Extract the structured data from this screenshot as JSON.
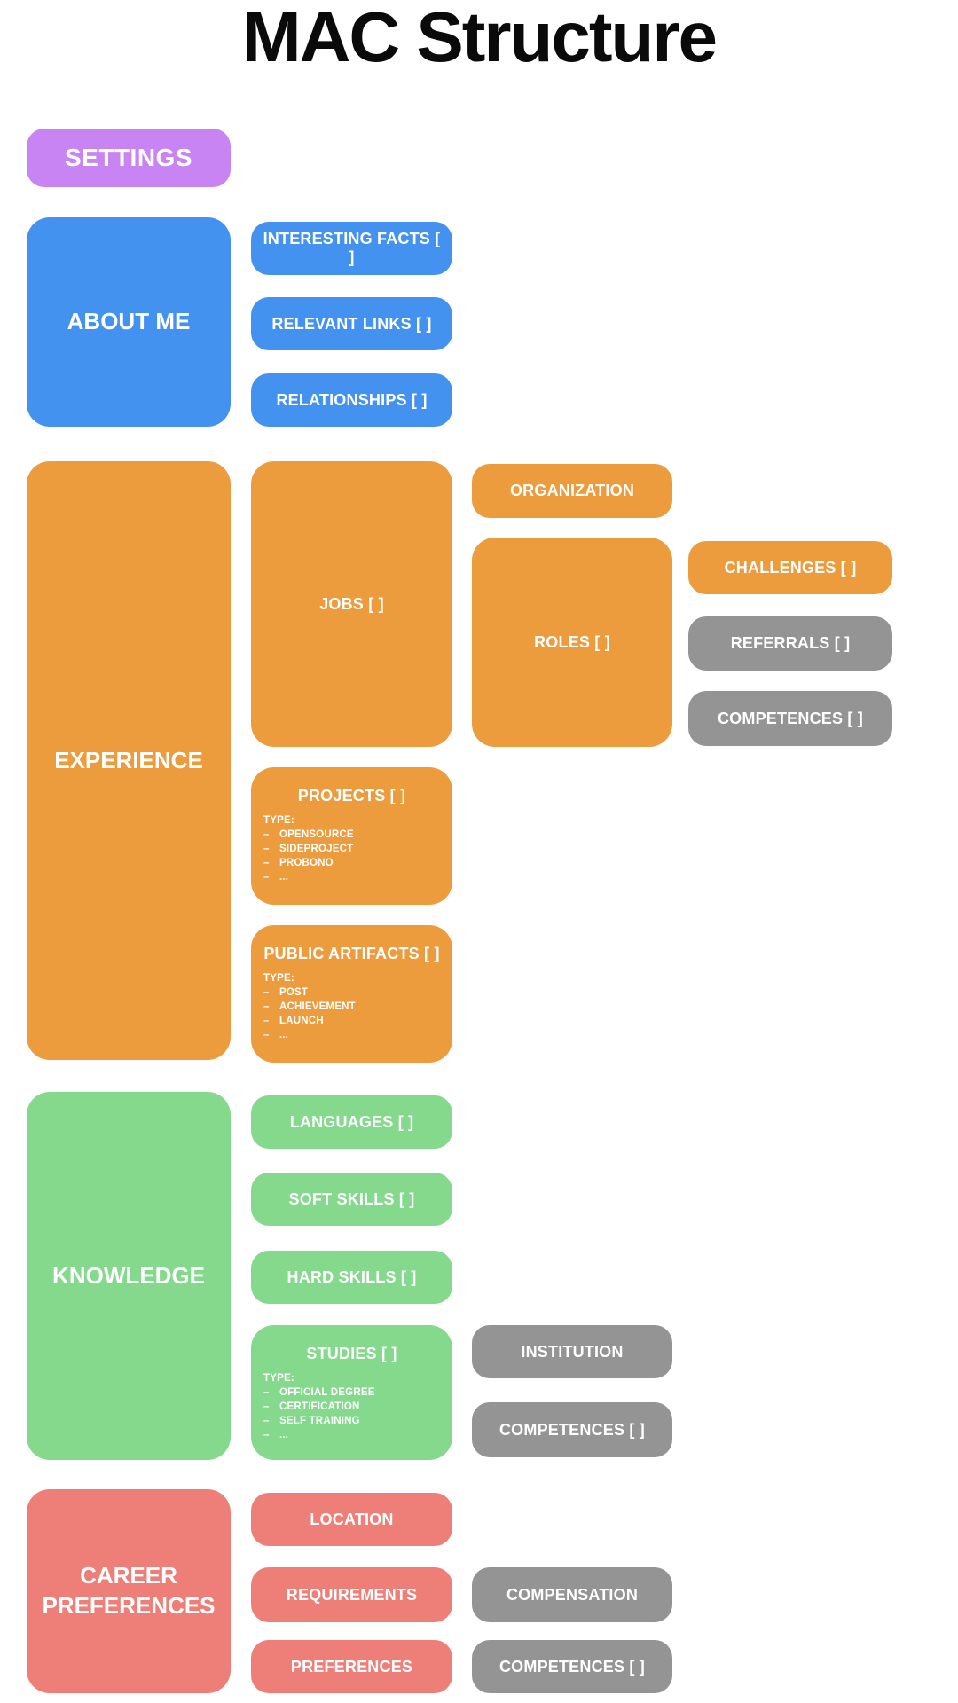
{
  "title": "MAC Structure",
  "list_bullet": "–",
  "colors": {
    "purple": "#c884f2",
    "blue": "#4492ef",
    "orange": "#ec9b3d",
    "green": "#84d98d",
    "red": "#ee7f78",
    "gray": "#949494",
    "title_text": "#0a0a0a",
    "block_text": "#ffffff"
  },
  "settings": {
    "label": "SETTINGS"
  },
  "about_me": {
    "label": "ABOUT ME",
    "children": {
      "interesting_facts": "INTERESTING FACTS [ ]",
      "relevant_links": "RELEVANT LINKS [ ]",
      "relationships": "RELATIONSHIPS [ ]"
    }
  },
  "experience": {
    "label": "EXPERIENCE",
    "jobs": {
      "label": "JOBS [ ]"
    },
    "organization": {
      "label": "ORGANIZATION"
    },
    "roles": {
      "label": "ROLES [ ]"
    },
    "challenges": {
      "label": "CHALLENGES [ ]"
    },
    "referrals": {
      "label": "REFERRALS [ ]"
    },
    "competences": {
      "label": "COMPETENCES [ ]"
    },
    "projects": {
      "label": "PROJECTS [ ]",
      "type_heading": "TYPE:",
      "types": [
        "OPENSOURCE",
        "SIDEPROJECT",
        "PROBONO",
        "..."
      ]
    },
    "public_artifacts": {
      "label": "PUBLIC ARTIFACTS [ ]",
      "type_heading": "TYPE:",
      "types": [
        "POST",
        "ACHIEVEMENT",
        "LAUNCH",
        "..."
      ]
    }
  },
  "knowledge": {
    "label": "KNOWLEDGE",
    "languages": "LANGUAGES [ ]",
    "soft_skills": "SOFT SKILLS [ ]",
    "hard_skills": "HARD SKILLS [ ]",
    "studies": {
      "label": "STUDIES [ ]",
      "type_heading": "TYPE:",
      "types": [
        "OFFICIAL DEGREE",
        "CERTIFICATION",
        "SELF TRAINING",
        "..."
      ]
    },
    "institution": "INSTITUTION",
    "competences": "COMPETENCES [ ]"
  },
  "career_preferences": {
    "label": "CAREER PREFERENCES",
    "location": "LOCATION",
    "requirements": "REQUIREMENTS",
    "preferences": "PREFERENCES",
    "compensation": "COMPENSATION",
    "competences": "COMPETENCES [ ]"
  }
}
